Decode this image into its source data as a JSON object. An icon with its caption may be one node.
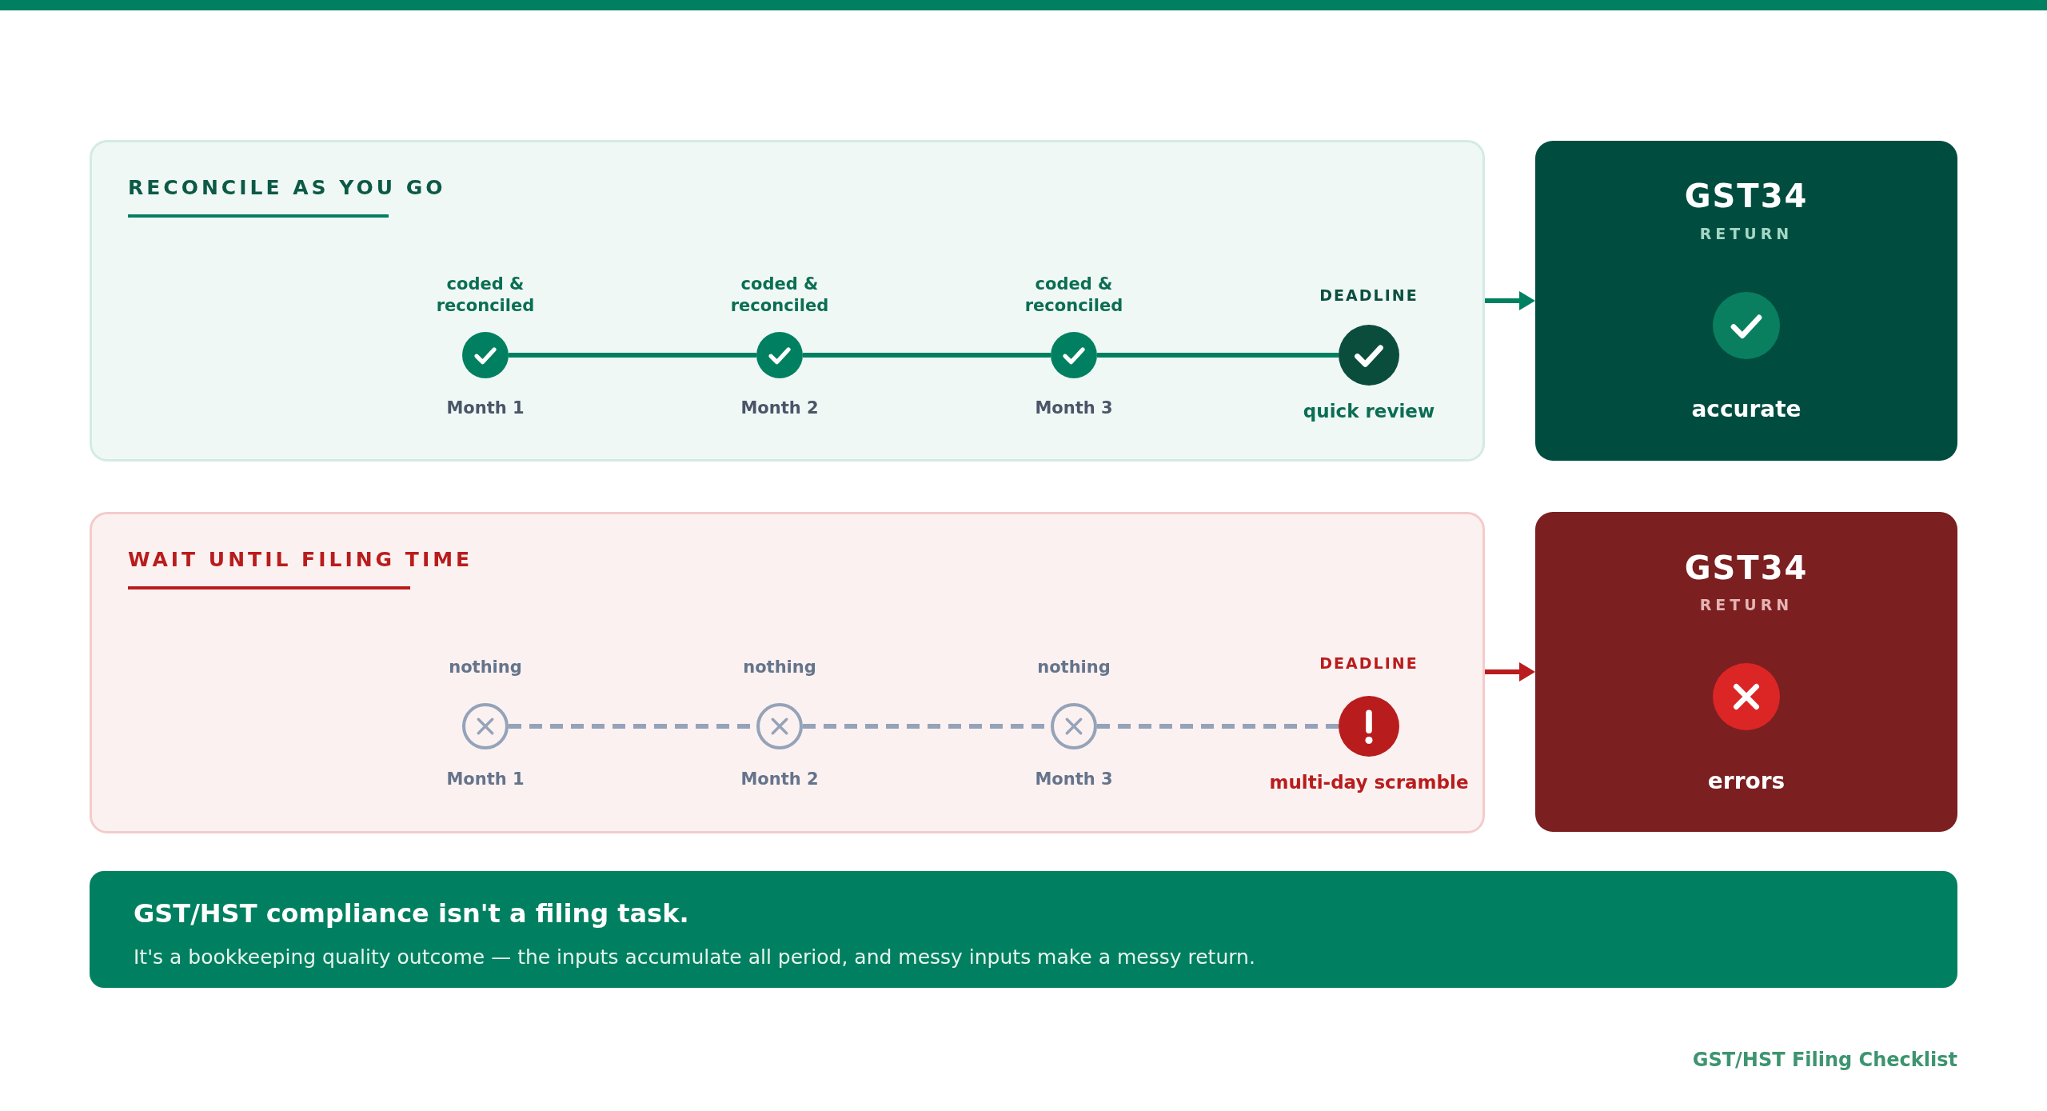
{
  "diagram": {
    "nodes": [
      {
        "text": [
          "RECONCILE AS YOU GO"
        ]
      },
      {
        "text": [],
        "shape": "circle",
        "beside": [
          "coded & reconciled",
          "Month 1"
        ],
        "in": 0
      },
      {
        "text": [],
        "shape": "circle",
        "beside": [
          "coded & reconciled",
          "Month 2"
        ],
        "in": 0
      },
      {
        "text": [],
        "shape": "circle",
        "beside": [
          "coded & reconciled",
          "Month 3"
        ],
        "in": 0
      },
      {
        "text": [],
        "shape": "circle",
        "beside": [
          "DEADLINE",
          "quick review"
        ],
        "in": 0
      },
      {
        "text": [
          "GST34",
          "RETURN",
          "accurate"
        ]
      },
      {
        "text": [
          "WAIT UNTIL FILING TIME"
        ]
      },
      {
        "text": [],
        "shape": "circle",
        "beside": [
          "nothing",
          "Month 1"
        ],
        "in": 6
      },
      {
        "text": [],
        "shape": "circle",
        "beside": [
          "nothing",
          "Month 2"
        ],
        "in": 6
      },
      {
        "text": [],
        "shape": "circle",
        "beside": [
          "nothing",
          "Month 3"
        ],
        "in": 6
      },
      {
        "text": [],
        "shape": "circle",
        "beside": [
          "DEADLINE",
          "multi-day scramble"
        ],
        "in": 6
      },
      {
        "text": [
          "GST34",
          "RETURN",
          "errors"
        ]
      },
      {
        "text": [
          "GST/HST compliance isn't a filing task.",
          "It's a bookkeeping quality outcome — the inputs accumulate all period, and messy inputs make a messy return."
        ]
      }
    ],
    "edges": [
      {
        "from": 1,
        "to": 2,
        "arrow": "none"
      },
      {
        "from": 2,
        "to": 3,
        "arrow": "none"
      },
      {
        "from": 3,
        "to": 4,
        "arrow": "none"
      },
      {
        "from": 0,
        "to": 5,
        "arrow": "to"
      },
      {
        "from": 7,
        "to": 8,
        "arrow": "none",
        "style": "dashed",
        "color": "#94a3b8"
      },
      {
        "from": 8,
        "to": 9,
        "arrow": "none",
        "style": "dashed",
        "color": "#94a3b8"
      },
      {
        "from": 9,
        "to": 10,
        "arrow": "none",
        "style": "dashed",
        "color": "#94a3b8"
      },
      {
        "from": 6,
        "to": 11,
        "arrow": "to",
        "color": "#b91c1c"
      }
    ],
    "labels": [
      "GST/HST Filing Checklist"
    ]
  }
}
